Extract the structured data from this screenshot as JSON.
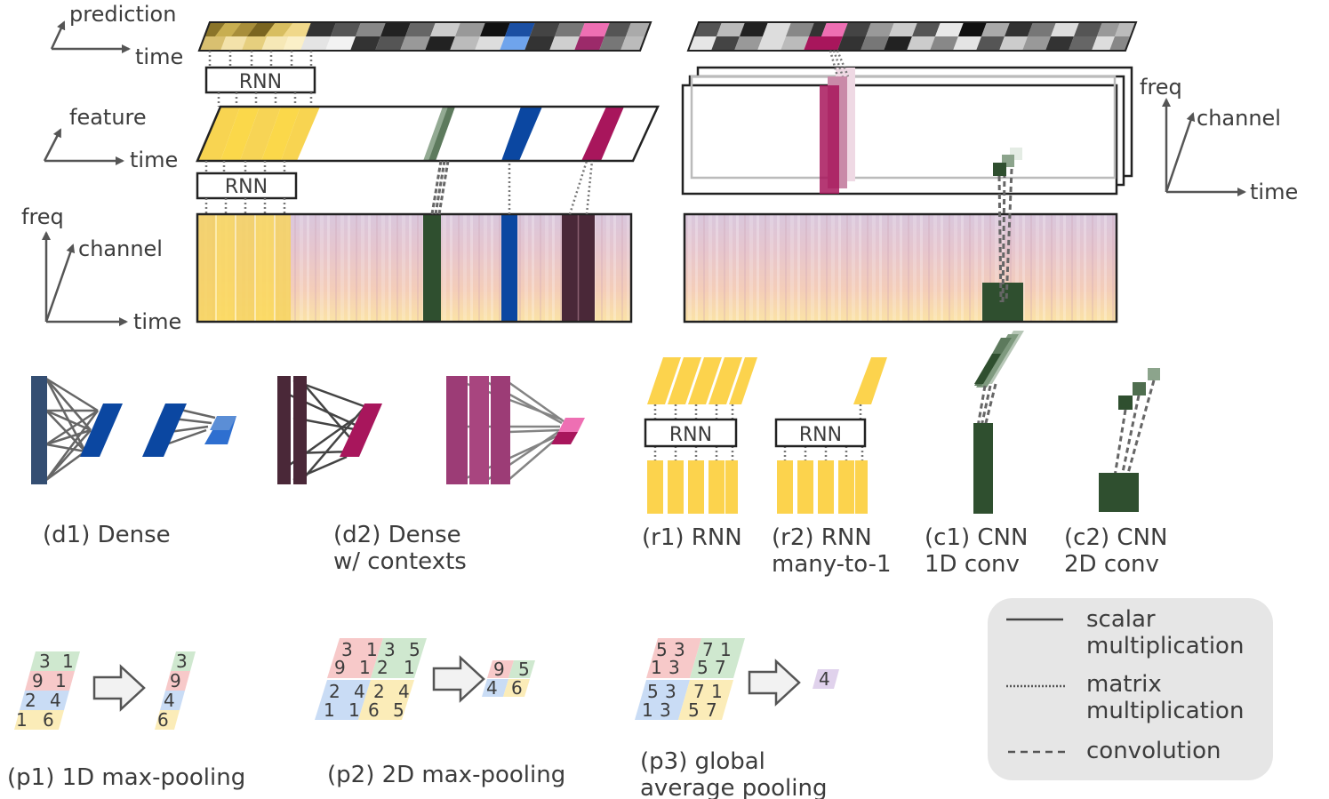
{
  "axes": {
    "top_left": {
      "y": "prediction",
      "x": "time"
    },
    "mid_left": {
      "y": "feature",
      "x": "time"
    },
    "bottom_left": {
      "y": "freq",
      "z": "channel",
      "x": "time"
    },
    "right": {
      "y": "freq",
      "z": "channel",
      "x": "time"
    }
  },
  "rnn_label": "RNN",
  "captions": {
    "d1": "(d1) Dense",
    "d2_line1": "(d2) Dense",
    "d2_line2": "w/ contexts",
    "r1": "(r1) RNN",
    "r2_line1": "(r2) RNN",
    "r2_line2": "many-to-1",
    "c1_line1": "(c1) CNN",
    "c1_line2": "1D conv",
    "c2_line1": "(c2) CNN",
    "c2_line2": "2D conv",
    "p1": "(p1) 1D max-pooling",
    "p2": "(p2) 2D max-pooling",
    "p3_line1": "(p3) global",
    "p3_line2": "average pooling"
  },
  "pooling": {
    "p1_in": [
      [
        "3",
        "1"
      ],
      [
        "9",
        "1"
      ],
      [
        "2",
        "4"
      ],
      [
        "1",
        "6"
      ]
    ],
    "p1_out": [
      "3",
      "9",
      "4",
      "6"
    ],
    "p2_in": [
      [
        "3",
        "1",
        "3",
        "5"
      ],
      [
        "9",
        "1",
        "2",
        "1"
      ],
      [
        "2",
        "4",
        "2",
        "4"
      ],
      [
        "1",
        "1",
        "6",
        "5"
      ]
    ],
    "p2_out": [
      [
        "9",
        "5"
      ],
      [
        "4",
        "6"
      ]
    ],
    "p3_in": [
      [
        "5",
        "3",
        "7",
        "1"
      ],
      [
        "1",
        "3",
        "5",
        "7"
      ],
      [
        "5",
        "3",
        "7",
        "1"
      ],
      [
        "1",
        "3",
        "5",
        "7"
      ]
    ],
    "p3_out": "4"
  },
  "legend": {
    "scalar_line1": "scalar",
    "scalar_line2": "multiplication",
    "matrix_line1": "matrix",
    "matrix_line2": "multiplication",
    "conv": "convolution"
  },
  "colors": {
    "yellow": "#fcd34d",
    "blue": "#0b47a1",
    "light_blue": "#5b8ed6",
    "magenta": "#a8165c",
    "pink": "#ee6fb3",
    "dark_green": "#2f4f2f",
    "navy": "#344e72",
    "plum": "#4a2838",
    "mauve": "#9c3c76",
    "cell_green": "#cfe8cf",
    "cell_red": "#f7c9c9",
    "cell_blue": "#c9dcf5",
    "cell_yellow": "#fbecb8",
    "cell_purple": "#e0d2ec",
    "legend_bg": "#e6e6e6"
  }
}
